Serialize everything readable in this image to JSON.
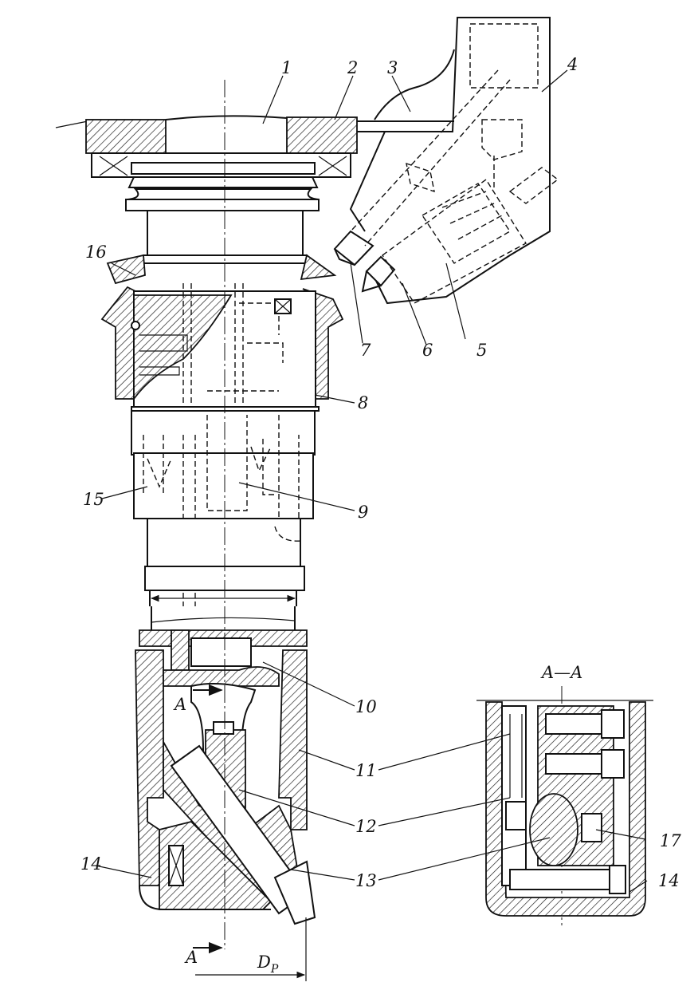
{
  "labels": {
    "p1": "1",
    "p2": "2",
    "p3": "3",
    "p4": "4",
    "p5": "5",
    "p6": "6",
    "p7": "7",
    "p8": "8",
    "p9": "9",
    "p10": "10",
    "p11": "11",
    "p12": "12",
    "p13": "13",
    "p14": "14",
    "p14b": "14",
    "p15": "15",
    "p16": "16",
    "p17": "17"
  },
  "section": {
    "title": "A—A",
    "arrow_top": "A",
    "arrow_bottom": "A"
  },
  "dimension": {
    "main": "D",
    "subscript": "P"
  }
}
